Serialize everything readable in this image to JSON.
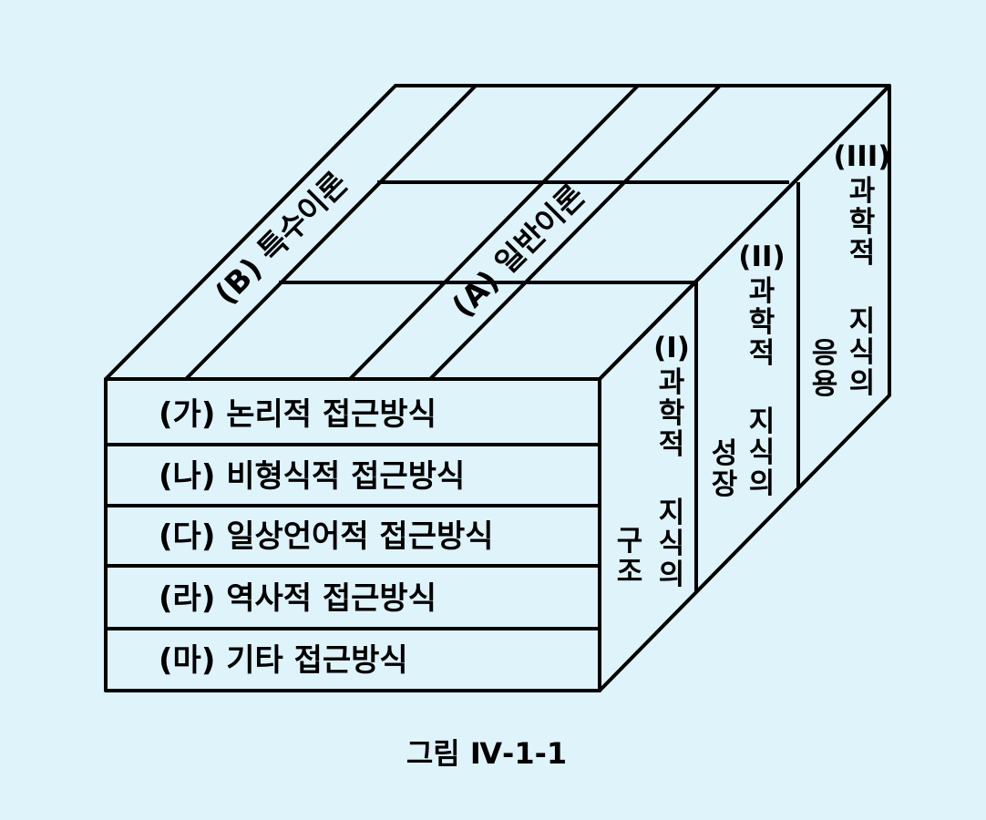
{
  "colors": {
    "background": "#dff3fb",
    "line": "#000000"
  },
  "front_rows": [
    "(가) 논리적  접근방식",
    "(나) 비형식적  접근방식",
    "(다) 일상언어적  접근방식",
    "(라) 역사적  접근방식",
    "(마) 기타  접근방식"
  ],
  "top_bands": [
    "(B) 특수이론",
    "(A) 일반이론"
  ],
  "side_columns": [
    {
      "numeral": "(I)",
      "line1": "과학적  지식의",
      "line2": "구조"
    },
    {
      "numeral": "(II)",
      "line1": "과학적  지식의",
      "line2": "성장"
    },
    {
      "numeral": "(III)",
      "line1": "과학적  지식의",
      "line2": "응용"
    }
  ],
  "caption": "그림 Ⅳ-1-1"
}
